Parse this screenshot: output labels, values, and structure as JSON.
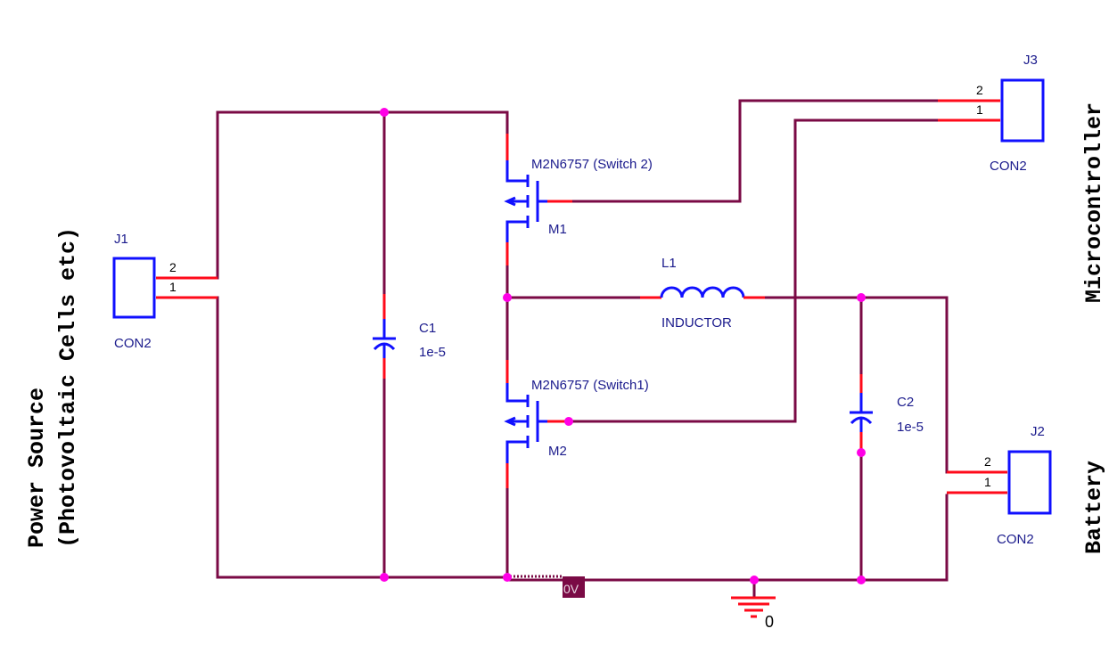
{
  "title": "Solar charge controller schematic",
  "colors": {
    "wire": "#7a0a45",
    "pin": "#ff0a1a",
    "part": "#1010ff",
    "junction": "#ff00e6",
    "ref_text": "#1a1a8c"
  },
  "side_labels": {
    "power_source_line1": "Power Source",
    "power_source_line2": "(Photovoltaic Cells etc)",
    "microcontroller": "Microcontroller",
    "battery": "Battery"
  },
  "components": {
    "J1": {
      "ref": "J1",
      "value": "CON2",
      "pin2": "2",
      "pin1": "1"
    },
    "J2": {
      "ref": "J2",
      "value": "CON2",
      "pin2": "2",
      "pin1": "1"
    },
    "J3": {
      "ref": "J3",
      "value": "CON2",
      "pin2": "2",
      "pin1": "1"
    },
    "C1": {
      "ref": "C1",
      "value": "1e-5"
    },
    "C2": {
      "ref": "C2",
      "value": "1e-5"
    },
    "L1": {
      "ref": "L1",
      "value": "INDUCTOR"
    },
    "M1": {
      "ref": "M1",
      "value": "M2N6757 (Switch 2)"
    },
    "M2": {
      "ref": "M2",
      "value": "M2N6757 (Switch1)"
    }
  },
  "nets": {
    "zero_volt_marker": "0V",
    "ground_label": "0"
  }
}
